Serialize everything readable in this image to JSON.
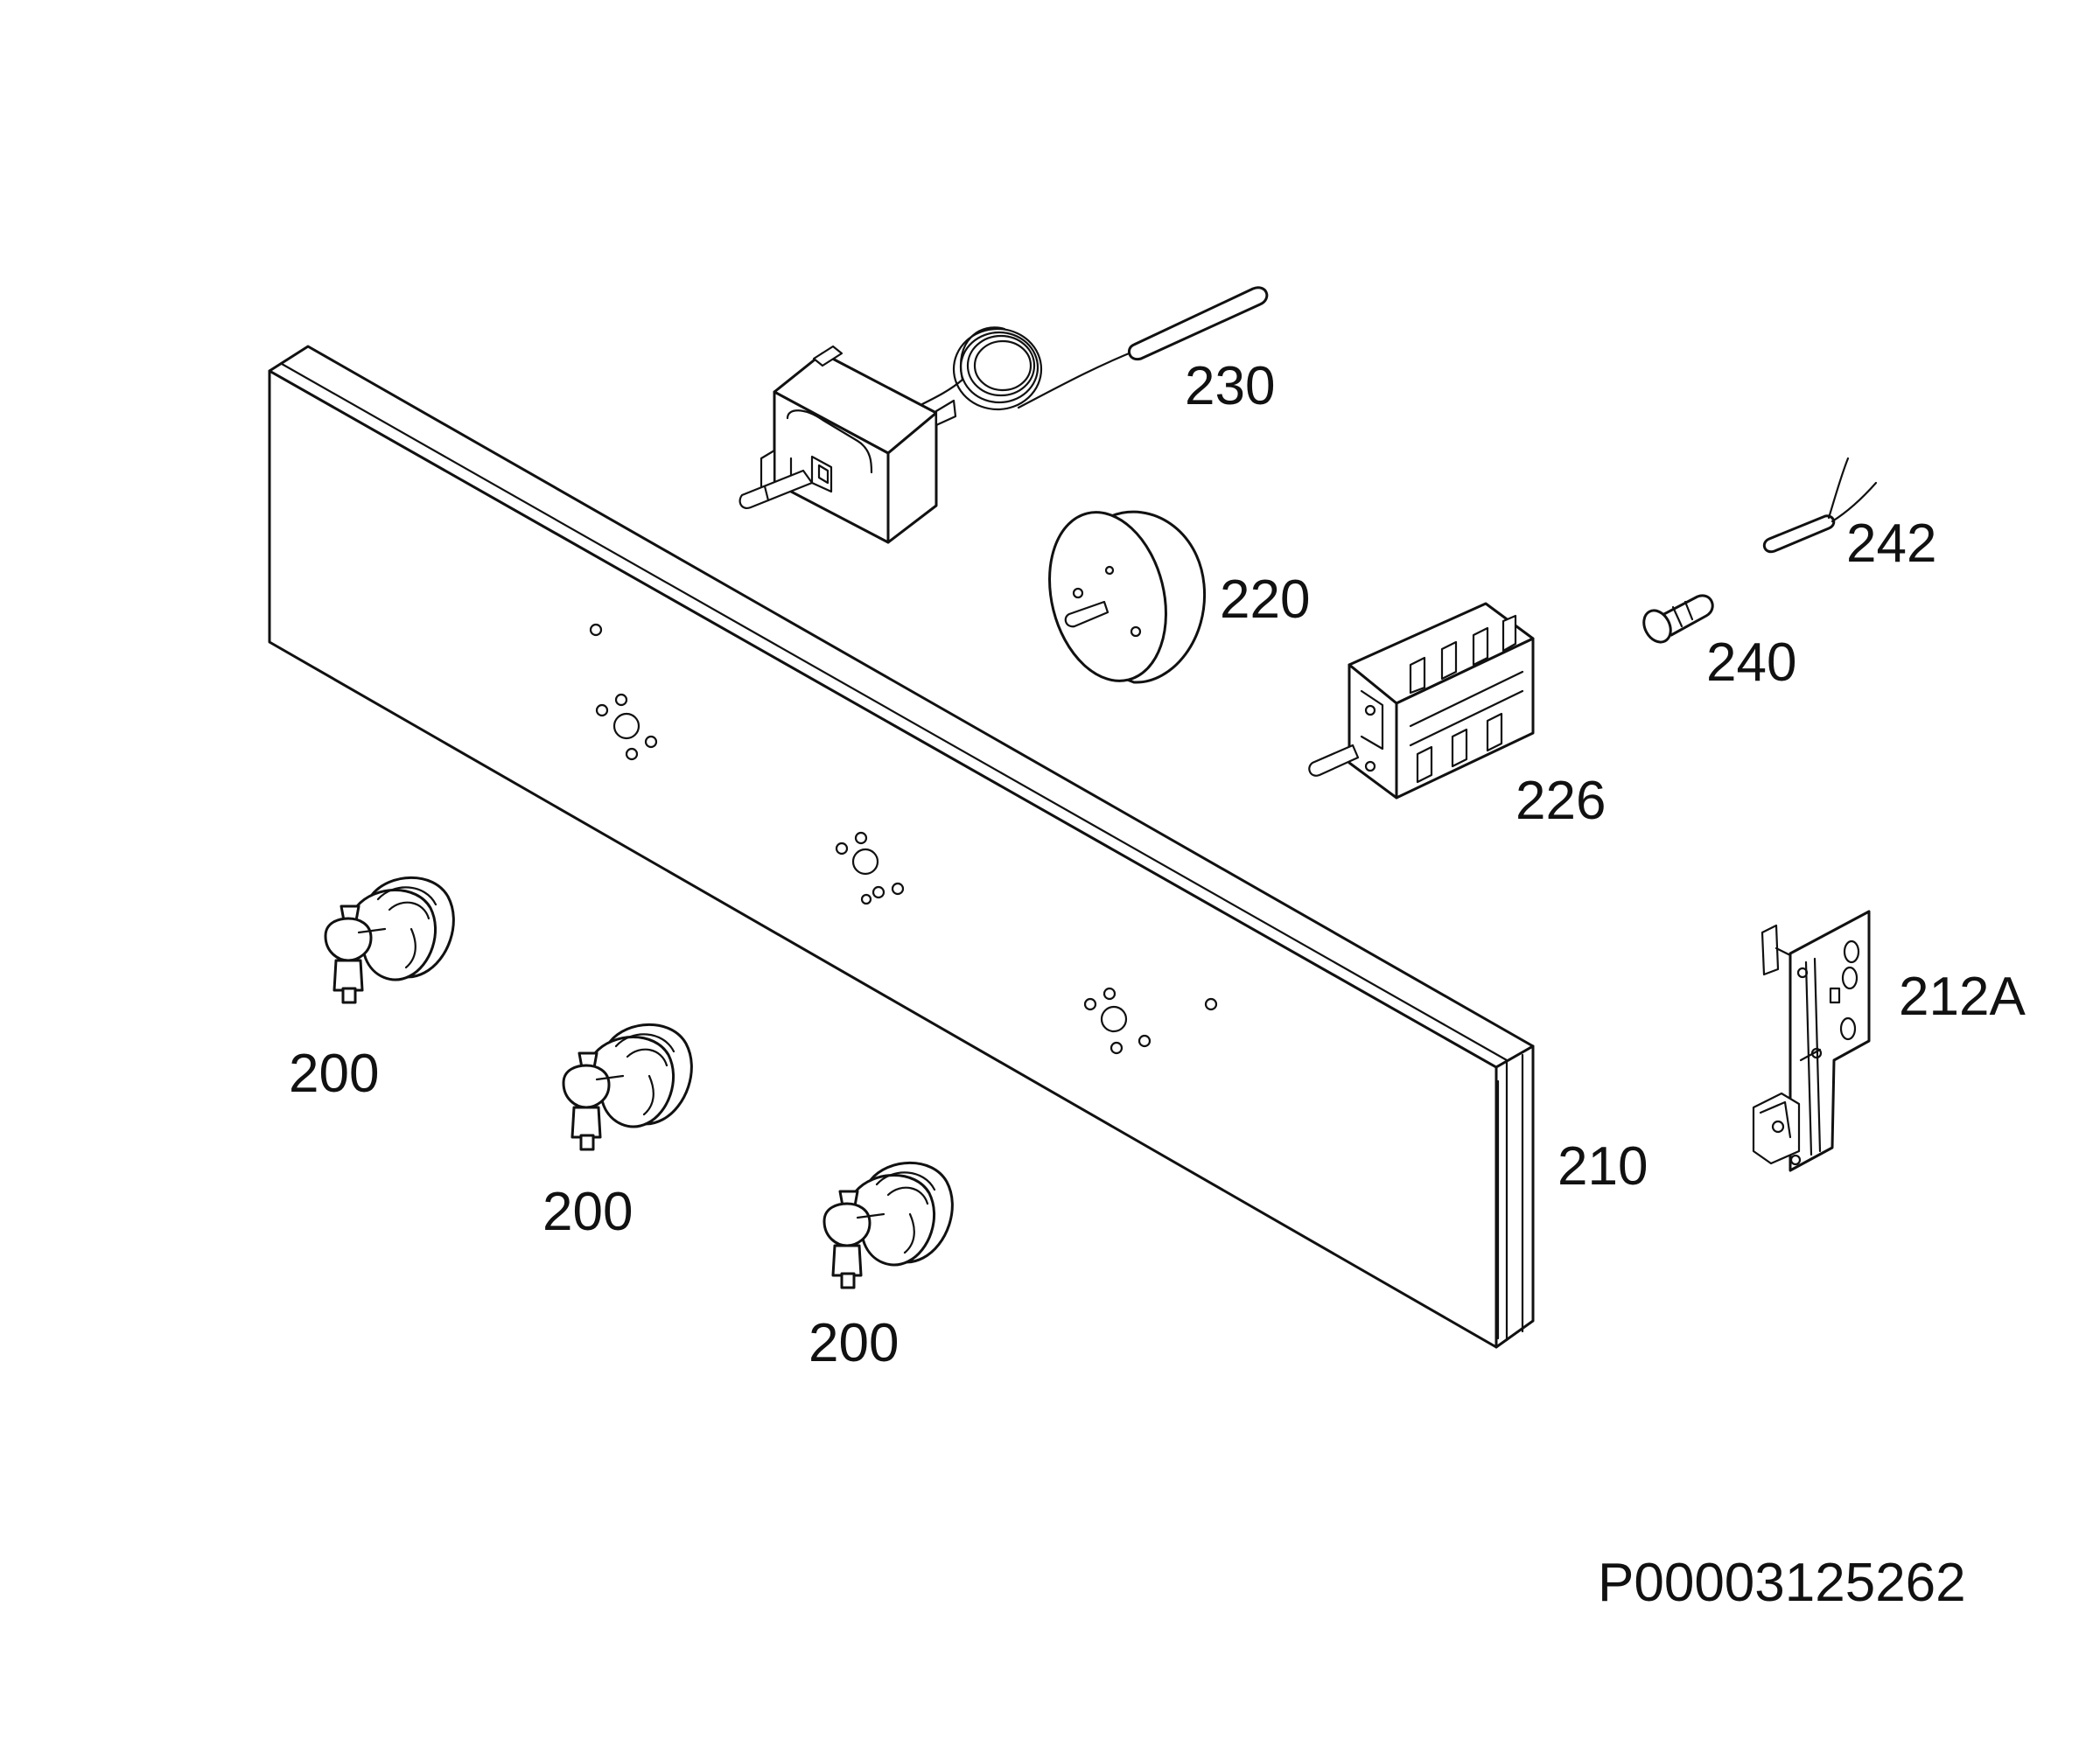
{
  "labels": {
    "part_230": "230",
    "part_220": "220",
    "part_242": "242",
    "part_240": "240",
    "part_226": "226",
    "part_212a": "212A",
    "part_210": "210",
    "part_200": "200"
  },
  "drawing_id": "P00003125262",
  "colors": {
    "line": "#111111",
    "background": "#ffffff"
  }
}
